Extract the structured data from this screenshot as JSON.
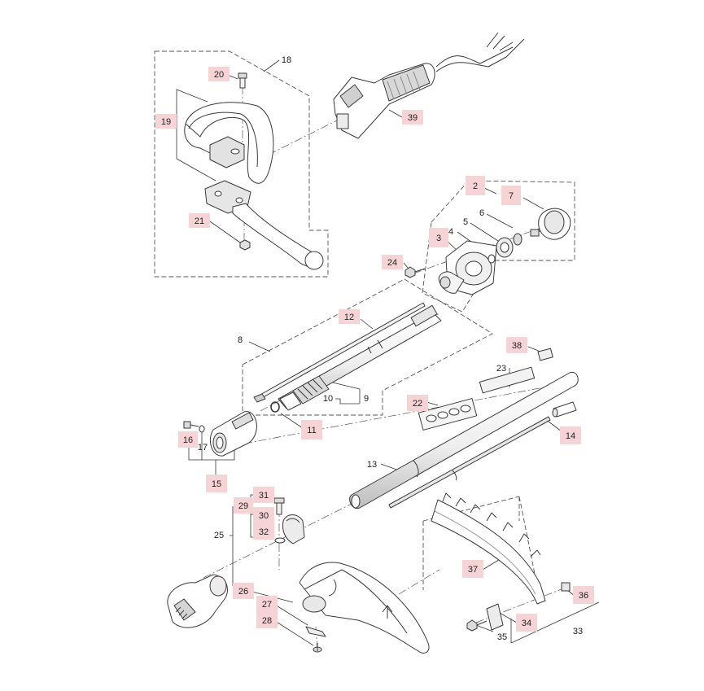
{
  "diagram": {
    "colors": {
      "line": "#3a3a3a",
      "part_fill": "#ffffff",
      "part_shade": "#d9d9d9",
      "highlight": "#f6d4d6",
      "dash": "#555555"
    },
    "labels": [
      {
        "id": "l1",
        "text": "18",
        "hl": false
      },
      {
        "id": "l2",
        "text": "20",
        "hl": true
      },
      {
        "id": "l3",
        "text": "19",
        "hl": true
      },
      {
        "id": "l4",
        "text": "21",
        "hl": true
      },
      {
        "id": "l5",
        "text": "39",
        "hl": true
      },
      {
        "id": "l6",
        "text": "2",
        "hl": true
      },
      {
        "id": "l7",
        "text": "7",
        "hl": true
      },
      {
        "id": "l8",
        "text": "6",
        "hl": false
      },
      {
        "id": "l9",
        "text": "5",
        "hl": false
      },
      {
        "id": "l10",
        "text": "4",
        "hl": false
      },
      {
        "id": "l11",
        "text": "3",
        "hl": true
      },
      {
        "id": "l12",
        "text": "24",
        "hl": true
      },
      {
        "id": "l13",
        "text": "12",
        "hl": true
      },
      {
        "id": "l14",
        "text": "8",
        "hl": false
      },
      {
        "id": "l15",
        "text": "38",
        "hl": true
      },
      {
        "id": "l16",
        "text": "23",
        "hl": false
      },
      {
        "id": "l17",
        "text": "10",
        "hl": false
      },
      {
        "id": "l18",
        "text": "9",
        "hl": false
      },
      {
        "id": "l19",
        "text": "22",
        "hl": true
      },
      {
        "id": "l20",
        "text": "11",
        "hl": true
      },
      {
        "id": "l21",
        "text": "14",
        "hl": true
      },
      {
        "id": "l22",
        "text": "16",
        "hl": true
      },
      {
        "id": "l23",
        "text": "17",
        "hl": false
      },
      {
        "id": "l24",
        "text": "15",
        "hl": true
      },
      {
        "id": "l25",
        "text": "13",
        "hl": false
      },
      {
        "id": "l26",
        "text": "31",
        "hl": true
      },
      {
        "id": "l27",
        "text": "29",
        "hl": true
      },
      {
        "id": "l28",
        "text": "30",
        "hl": true
      },
      {
        "id": "l29",
        "text": "25",
        "hl": false
      },
      {
        "id": "l30",
        "text": "32",
        "hl": true
      },
      {
        "id": "l31",
        "text": "37",
        "hl": true
      },
      {
        "id": "l32",
        "text": "26",
        "hl": true
      },
      {
        "id": "l33",
        "text": "27",
        "hl": true
      },
      {
        "id": "l34",
        "text": "28",
        "hl": true
      },
      {
        "id": "l35",
        "text": "36",
        "hl": true
      },
      {
        "id": "l36",
        "text": "34",
        "hl": true
      },
      {
        "id": "l37",
        "text": "35",
        "hl": false
      },
      {
        "id": "l38",
        "text": "33",
        "hl": false
      }
    ]
  }
}
